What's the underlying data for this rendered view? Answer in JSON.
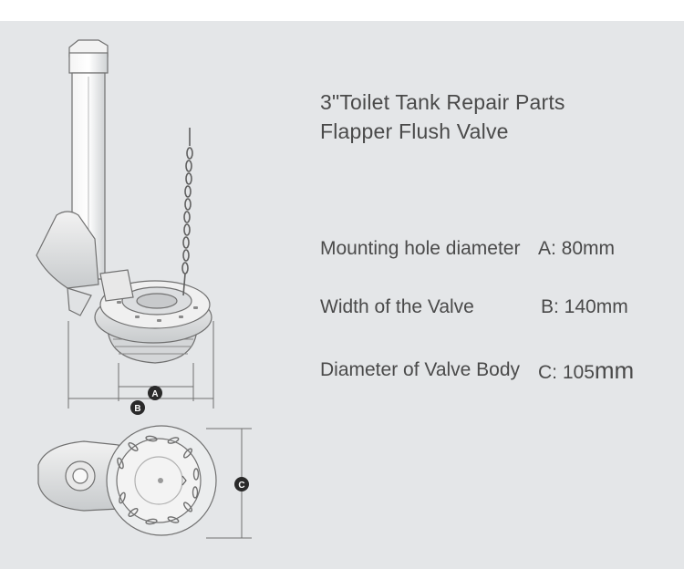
{
  "title": {
    "line1": "3\"Toilet Tank Repair Parts",
    "line2": "Flapper Flush Valve"
  },
  "specs": [
    {
      "label": "Mounting hole diameter",
      "value": "A: 80mm"
    },
    {
      "label": "Width of the Valve",
      "value": "B: 140mm"
    },
    {
      "label": "Diameter of Valve Body",
      "value_prefix": "C: 105",
      "value_unit": "mm"
    }
  ],
  "markers": {
    "a": "A",
    "b": "B",
    "c": "C"
  },
  "colors": {
    "background": "#e4e6e8",
    "text": "#4a4a4a",
    "line": "#6a6a6a"
  }
}
